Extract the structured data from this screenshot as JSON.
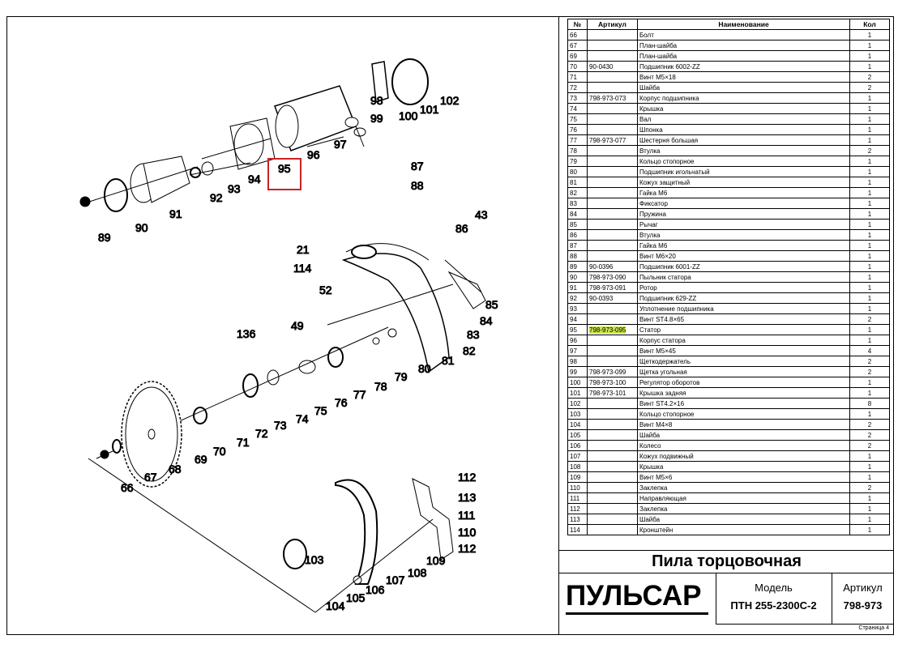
{
  "table": {
    "headers": [
      "№",
      "Артикул",
      "Наименование",
      "Кол"
    ],
    "rows": [
      [
        "66",
        "",
        "Болт",
        "1"
      ],
      [
        "67",
        "",
        "План-шайба",
        "1"
      ],
      [
        "69",
        "",
        "План-шайба",
        "1"
      ],
      [
        "70",
        "90-0430",
        "Подшипник 6002-ZZ",
        "1"
      ],
      [
        "71",
        "",
        "Винт М5×18",
        "2"
      ],
      [
        "72",
        "",
        "Шайба",
        "2"
      ],
      [
        "73",
        "798-973-073",
        "Корпус подшипника",
        "1"
      ],
      [
        "74",
        "",
        "Крышка",
        "1"
      ],
      [
        "75",
        "",
        "Вал",
        "1"
      ],
      [
        "76",
        "",
        "Шпонка",
        "1"
      ],
      [
        "77",
        "798-973-077",
        "Шестерня большая",
        "1"
      ],
      [
        "78",
        "",
        "Втулка",
        "2"
      ],
      [
        "79",
        "",
        "Кольцо стопорное",
        "1"
      ],
      [
        "80",
        "",
        "Подшипник игольчатый",
        "1"
      ],
      [
        "81",
        "",
        "Кожух защитный",
        "1"
      ],
      [
        "82",
        "",
        "Гайка М6",
        "1"
      ],
      [
        "83",
        "",
        "Фиксатор",
        "1"
      ],
      [
        "84",
        "",
        "Пружина",
        "1"
      ],
      [
        "85",
        "",
        "Рычаг",
        "1"
      ],
      [
        "86",
        "",
        "Втулка",
        "1"
      ],
      [
        "87",
        "",
        "Гайка М6",
        "1"
      ],
      [
        "88",
        "",
        "Винт М6×20",
        "1"
      ],
      [
        "89",
        "90-0396",
        "Подшипник 6001-ZZ",
        "1"
      ],
      [
        "90",
        "798-973-090",
        "Пыльник статора",
        "1"
      ],
      [
        "91",
        "798-973-091",
        "Ротор",
        "1"
      ],
      [
        "92",
        "90-0393",
        "Подшипник 629-ZZ",
        "1"
      ],
      [
        "93",
        "",
        "Уплотнение подшипника",
        "1"
      ],
      [
        "94",
        "",
        "Винт ST4.8×65",
        "2"
      ],
      [
        "95",
        "798-973-095",
        "Статор",
        "1"
      ],
      [
        "96",
        "",
        "Корпус статора",
        "1"
      ],
      [
        "97",
        "",
        "Винт М5×45",
        "4"
      ],
      [
        "98",
        "",
        "Щеткодержатель",
        "2"
      ],
      [
        "99",
        "798-973-099",
        "Щетка угольная",
        "2"
      ],
      [
        "100",
        "798-973-100",
        "Регулятор оборотов",
        "1"
      ],
      [
        "101",
        "798-973-101",
        "Крышка задняя",
        "1"
      ],
      [
        "102",
        "",
        "Винт ST4.2×16",
        "8"
      ],
      [
        "103",
        "",
        "Кольцо стопорное",
        "1"
      ],
      [
        "104",
        "",
        "Винт М4×8",
        "2"
      ],
      [
        "105",
        "",
        "Шайба",
        "2"
      ],
      [
        "106",
        "",
        "Колесо",
        "2"
      ],
      [
        "107",
        "",
        "Кожух подвижный",
        "1"
      ],
      [
        "108",
        "",
        "Крышка",
        "1"
      ],
      [
        "109",
        "",
        "Винт М5×6",
        "1"
      ],
      [
        "110",
        "",
        "Заклепка",
        "2"
      ],
      [
        "111",
        "",
        "Направляющая",
        "1"
      ],
      [
        "112",
        "",
        "Заклепка",
        "1"
      ],
      [
        "113",
        "",
        "Шайба",
        "1"
      ],
      [
        "114",
        "",
        "Кронштейн",
        "1"
      ]
    ]
  },
  "highlight_row": "95",
  "title": "Пила торцовочная",
  "logo": "ПУЛЬСАР",
  "model_label": "Модель",
  "model_value": "ПТН 255-2300С-2",
  "article_label": "Артикул",
  "article_value": "798-973",
  "page": "Страница 4",
  "drawing_labels": [
    "43",
    "49",
    "52",
    "21",
    "114",
    "136",
    "66",
    "67",
    "68",
    "69",
    "70",
    "71",
    "72",
    "73",
    "74",
    "75",
    "76",
    "77",
    "78",
    "79",
    "80",
    "81",
    "82",
    "83",
    "84",
    "85",
    "86",
    "87",
    "88",
    "89",
    "90",
    "91",
    "92",
    "93",
    "94",
    "95",
    "96",
    "97",
    "98",
    "99",
    "100",
    "101",
    "102",
    "103",
    "104",
    "105",
    "106",
    "107",
    "108",
    "109",
    "110",
    "111",
    "112",
    "113"
  ],
  "highlight_color": "#cc2222",
  "table_highlight_color": "#c8e64a"
}
